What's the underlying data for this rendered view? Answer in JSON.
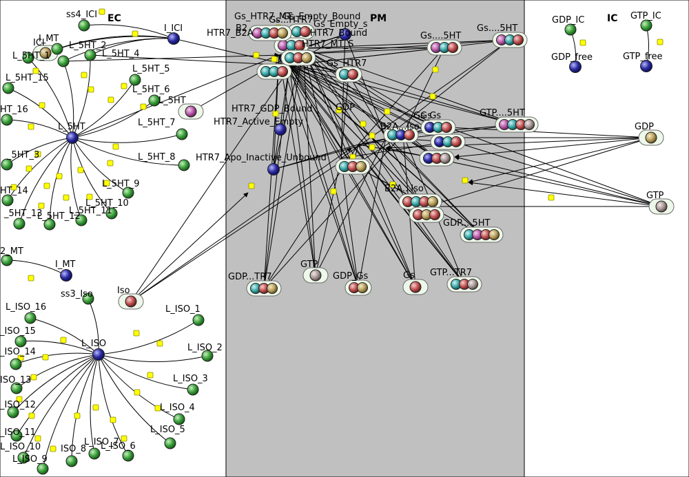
{
  "compartments": [
    {
      "id": "EC",
      "title": "EC",
      "fill": "#ffffff"
    },
    {
      "id": "PM",
      "title": "PM",
      "fill": "#c0c0c0"
    },
    {
      "id": "IC",
      "title": "IC",
      "fill": "#ffffff"
    }
  ],
  "colors": {
    "green": "#2e9a2e",
    "blue": "#24249a",
    "pink": "#b85aa8",
    "red": "#c05050",
    "teal": "#3aa8a8",
    "tan": "#b8a060",
    "grey": "#a89898",
    "yellow": "#ffff00"
  },
  "species": [
    {
      "id": "ss4_ICI",
      "label": "ss4_ICI",
      "kind": "green"
    },
    {
      "id": "I_ICI",
      "label": "I_ICI",
      "kind": "blue"
    },
    {
      "id": "ICI",
      "label": "ICI",
      "kind": "tan"
    },
    {
      "id": "I_MT",
      "label": "I_MT",
      "kind": "green"
    },
    {
      "id": "L_5HT_1",
      "label": "L_5HT_1",
      "kind": "green"
    },
    {
      "id": "L_5HT_2",
      "label": "L_5HT_2",
      "kind": "green"
    },
    {
      "id": "L_5HT_4",
      "label": "L_5HT_4",
      "kind": "green"
    },
    {
      "id": "L_5HT_5",
      "label": "L_5HT_5",
      "kind": "green"
    },
    {
      "id": "L_5HT_6",
      "label": "L_5HT_6",
      "kind": "green"
    },
    {
      "id": "L_5HT_15",
      "label": "L_5HT_15",
      "kind": "green"
    },
    {
      "id": "L_5HT_16",
      "label": "HT_16",
      "kind": "green"
    },
    {
      "id": "L_5HT_3",
      "label": "_5HT_3",
      "kind": "green"
    },
    {
      "id": "L_5HT_7",
      "label": "L_5HT_7",
      "kind": "green"
    },
    {
      "id": "L_5HT_8",
      "label": "L_5HT_8",
      "kind": "green"
    },
    {
      "id": "L_5HT_14",
      "label": "HT_14",
      "kind": "green"
    },
    {
      "id": "L_5HT_13",
      "label": "_5HT_13",
      "kind": "green"
    },
    {
      "id": "L_5HT_12",
      "label": "L_5HT_12",
      "kind": "green"
    },
    {
      "id": "L_5HT_11",
      "label": "L_5HT_11",
      "kind": "green"
    },
    {
      "id": "L_5HT_10",
      "label": "L_5HT_10",
      "kind": "green"
    },
    {
      "id": "L_5HT_9",
      "label": "L_5HT_9",
      "kind": "green"
    },
    {
      "id": "L_5HT",
      "label": "L_5HT",
      "kind": "blue"
    },
    {
      "id": "HT5",
      "label": "L_5HT",
      "kind": "pink"
    },
    {
      "id": "ss2_MT",
      "label": "2_MT",
      "kind": "green"
    },
    {
      "id": "I_MT2",
      "label": "I_MT",
      "kind": "blue"
    },
    {
      "id": "ss3_Iso",
      "label": "ss3_Iso",
      "kind": "green"
    },
    {
      "id": "Iso",
      "label": "Iso",
      "kind": "red"
    },
    {
      "id": "L_ISO",
      "label": "L_ISO",
      "kind": "blue"
    },
    {
      "id": "L_ISO_16",
      "label": "L_ISO_16",
      "kind": "green"
    },
    {
      "id": "L_ISO_15",
      "label": "_ISO_15",
      "kind": "green"
    },
    {
      "id": "L_ISO_14",
      "label": "_ISO_14",
      "kind": "green"
    },
    {
      "id": "L_ISO_13",
      "label": "ISO_13",
      "kind": "green"
    },
    {
      "id": "L_ISO_12",
      "label": "_ISO_12",
      "kind": "green"
    },
    {
      "id": "L_ISO_11",
      "label": "_ISO_11",
      "kind": "green"
    },
    {
      "id": "L_ISO_10",
      "label": "L_ISO_10",
      "kind": "green"
    },
    {
      "id": "L_ISO_9",
      "label": "L_ISO_9",
      "kind": "green"
    },
    {
      "id": "L_ISO_8",
      "label": "ISO_8",
      "kind": "green"
    },
    {
      "id": "L_ISO_7",
      "label": "L_ISO_7",
      "kind": "green"
    },
    {
      "id": "L_ISO_6",
      "label": "L_ISO_6",
      "kind": "green"
    },
    {
      "id": "L_ISO_5",
      "label": "L_ISO_5",
      "kind": "green"
    },
    {
      "id": "L_ISO_4",
      "label": "L_ISO_4",
      "kind": "green"
    },
    {
      "id": "L_ISO_3",
      "label": "L_ISO_3",
      "kind": "green"
    },
    {
      "id": "L_ISO_2",
      "label": "L_ISO_2",
      "kind": "green"
    },
    {
      "id": "L_ISO_1",
      "label": "L_ISO_1",
      "kind": "green"
    },
    {
      "id": "Gs_Empty_s",
      "label": "Gs_Empty_s",
      "kind": "blue"
    },
    {
      "id": "HTR7_Apo_Inactive_Unbound",
      "label": "HTR7_Apo_Inactive_Unbound",
      "kind": "blue"
    },
    {
      "id": "HTR7_Apo",
      "label": "HTR7_Apo",
      "kind": "blue"
    },
    {
      "id": "GDP_IC",
      "label": "GDP_IC",
      "kind": "green"
    },
    {
      "id": "GDP_free",
      "label": "GDP_free",
      "kind": "blue"
    },
    {
      "id": "GTP_IC",
      "label": "GTP_IC",
      "kind": "green"
    },
    {
      "id": "GTP_free",
      "label": "GTP_free",
      "kind": "blue"
    },
    {
      "id": "GDP",
      "label": "GDP",
      "kind": "tan"
    },
    {
      "id": "GTP",
      "label": "GTP",
      "kind": "grey"
    },
    {
      "id": "GTP_PM",
      "label": "GTP",
      "kind": "grey"
    },
    {
      "id": "Gs",
      "label": "Gs",
      "kind": "red"
    }
  ],
  "complexes": [
    {
      "id": "c_Gs5HT_a",
      "label": "Gs....5HT",
      "beads": [
        "pink",
        "teal",
        "red"
      ]
    },
    {
      "id": "c_Gs5HT_b",
      "label": "Gs....5HT",
      "beads": [
        "pink",
        "teal",
        "red"
      ]
    },
    {
      "id": "c_GTP5HT_a",
      "label": "GTP....5HT",
      "beads": [
        "pink",
        "teal",
        "red",
        "grey"
      ]
    },
    {
      "id": "c_GDP5HT",
      "label": "GDP....5HT",
      "beads": [
        "teal",
        "pink",
        "red",
        "tan"
      ]
    },
    {
      "id": "c_GDPTR7",
      "label": "GDP...TR7",
      "beads": [
        "teal",
        "red",
        "tan"
      ]
    },
    {
      "id": "c_GDPGs",
      "label": "GDP_Gs",
      "beads": [
        "red",
        "tan"
      ]
    },
    {
      "id": "c_GTPTR7",
      "label": "GTP...TR7",
      "beads": [
        "teal",
        "red",
        "grey"
      ]
    },
    {
      "id": "c_GsHTR7",
      "label": "Gs_HTR7",
      "beads": [
        "teal",
        "red"
      ]
    },
    {
      "id": "c_B2Iso",
      "label": "B2A...Iso",
      "beads": [
        "red",
        "teal",
        "red",
        "tan"
      ]
    },
    {
      "id": "c_B2Iso_b",
      "label": "",
      "beads": [
        "red",
        "tan",
        "red"
      ]
    },
    {
      "id": "c_GsGs",
      "label": "Gs",
      "beads": [
        "blue",
        "teal",
        "red"
      ]
    },
    {
      "id": "c_PM_mid1",
      "label": "",
      "beads": [
        "teal",
        "blue",
        "red"
      ]
    },
    {
      "id": "c_PM_mid2",
      "label": "",
      "beads": [
        "blue",
        "teal",
        "red"
      ]
    },
    {
      "id": "c_PM_mid3",
      "label": "",
      "beads": [
        "teal",
        "red",
        "tan"
      ]
    },
    {
      "id": "c_PM_mid4",
      "label": "",
      "beads": [
        "blue",
        "red",
        "grey"
      ]
    },
    {
      "id": "c_PM_top1",
      "label": "Gs...HTR7",
      "beads": [
        "teal",
        "red"
      ]
    },
    {
      "id": "c_PM_top2",
      "label": "",
      "beads": [
        "teal",
        "teal",
        "red"
      ]
    },
    {
      "id": "c_PM_top3",
      "label": "",
      "beads": [
        "pink",
        "teal",
        "red"
      ]
    },
    {
      "id": "c_PM_top4",
      "label": "",
      "beads": [
        "teal",
        "red",
        "tan"
      ]
    },
    {
      "id": "c_PM_top5",
      "label": "",
      "beads": [
        "pink",
        "teal",
        "red",
        "tan"
      ]
    }
  ],
  "overlap_labels": [
    {
      "id": "ol_1",
      "text": "Gs_HTR7_MT"
    },
    {
      "id": "ol_2",
      "text": "B2"
    },
    {
      "id": "ol_3",
      "text": "HTR7_B2A"
    },
    {
      "id": "ol_4",
      "text": "HTR7_Bound"
    },
    {
      "id": "ol_5",
      "text": "Gs_Empty_Bound"
    },
    {
      "id": "ol_6",
      "text": "HTR7_MT_S"
    },
    {
      "id": "ol_7",
      "text": "HTR7_GDP_Bound"
    },
    {
      "id": "ol_8",
      "text": "HTR7_Active_Empty"
    },
    {
      "id": "ol_9",
      "text": "GDP"
    },
    {
      "id": "ol_10",
      "text": "Gs_Gs"
    },
    {
      "id": "ol_11",
      "text": "B2A...Iso"
    }
  ]
}
